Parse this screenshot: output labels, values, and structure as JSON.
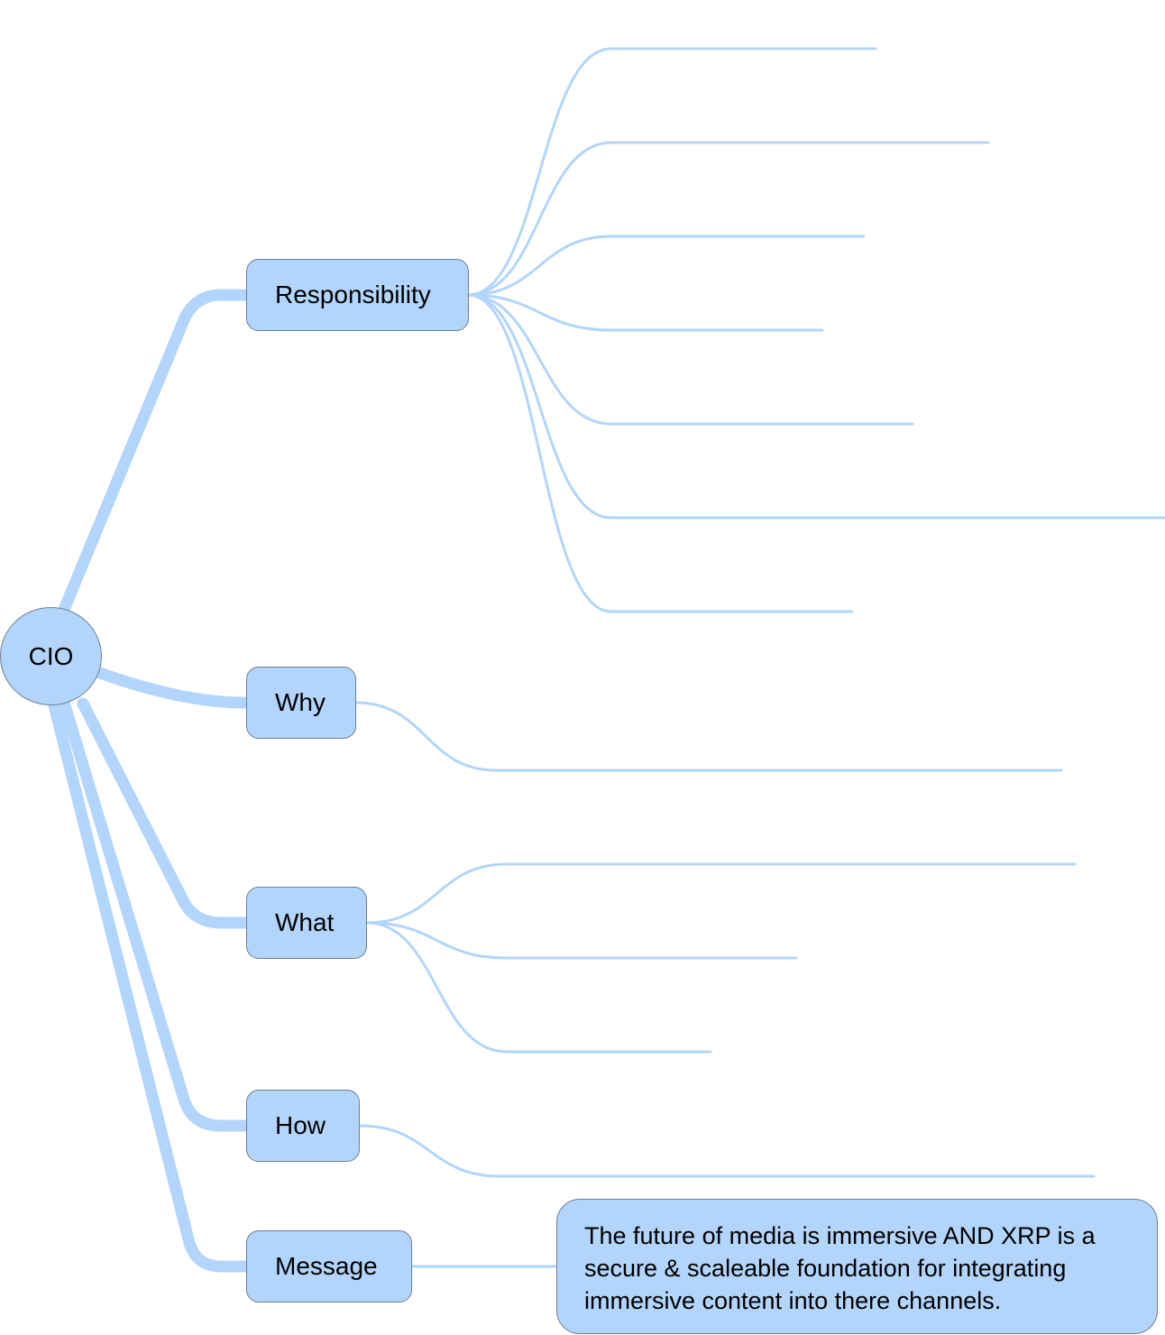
{
  "root": {
    "label": "CIO"
  },
  "topics": {
    "responsibility": {
      "label": "Responsibility"
    },
    "why": {
      "label": "Why"
    },
    "what": {
      "label": "What"
    },
    "how": {
      "label": "How"
    },
    "message": {
      "label": "Message"
    }
  },
  "message_note": {
    "text": "The future of media is immersive AND XRP is a secure & scaleable foundation for integrating immersive content into there channels."
  },
  "colors": {
    "branch": "#b3d5fc",
    "node_fill": "#b3d5fc",
    "node_border": "#6d7f93"
  }
}
